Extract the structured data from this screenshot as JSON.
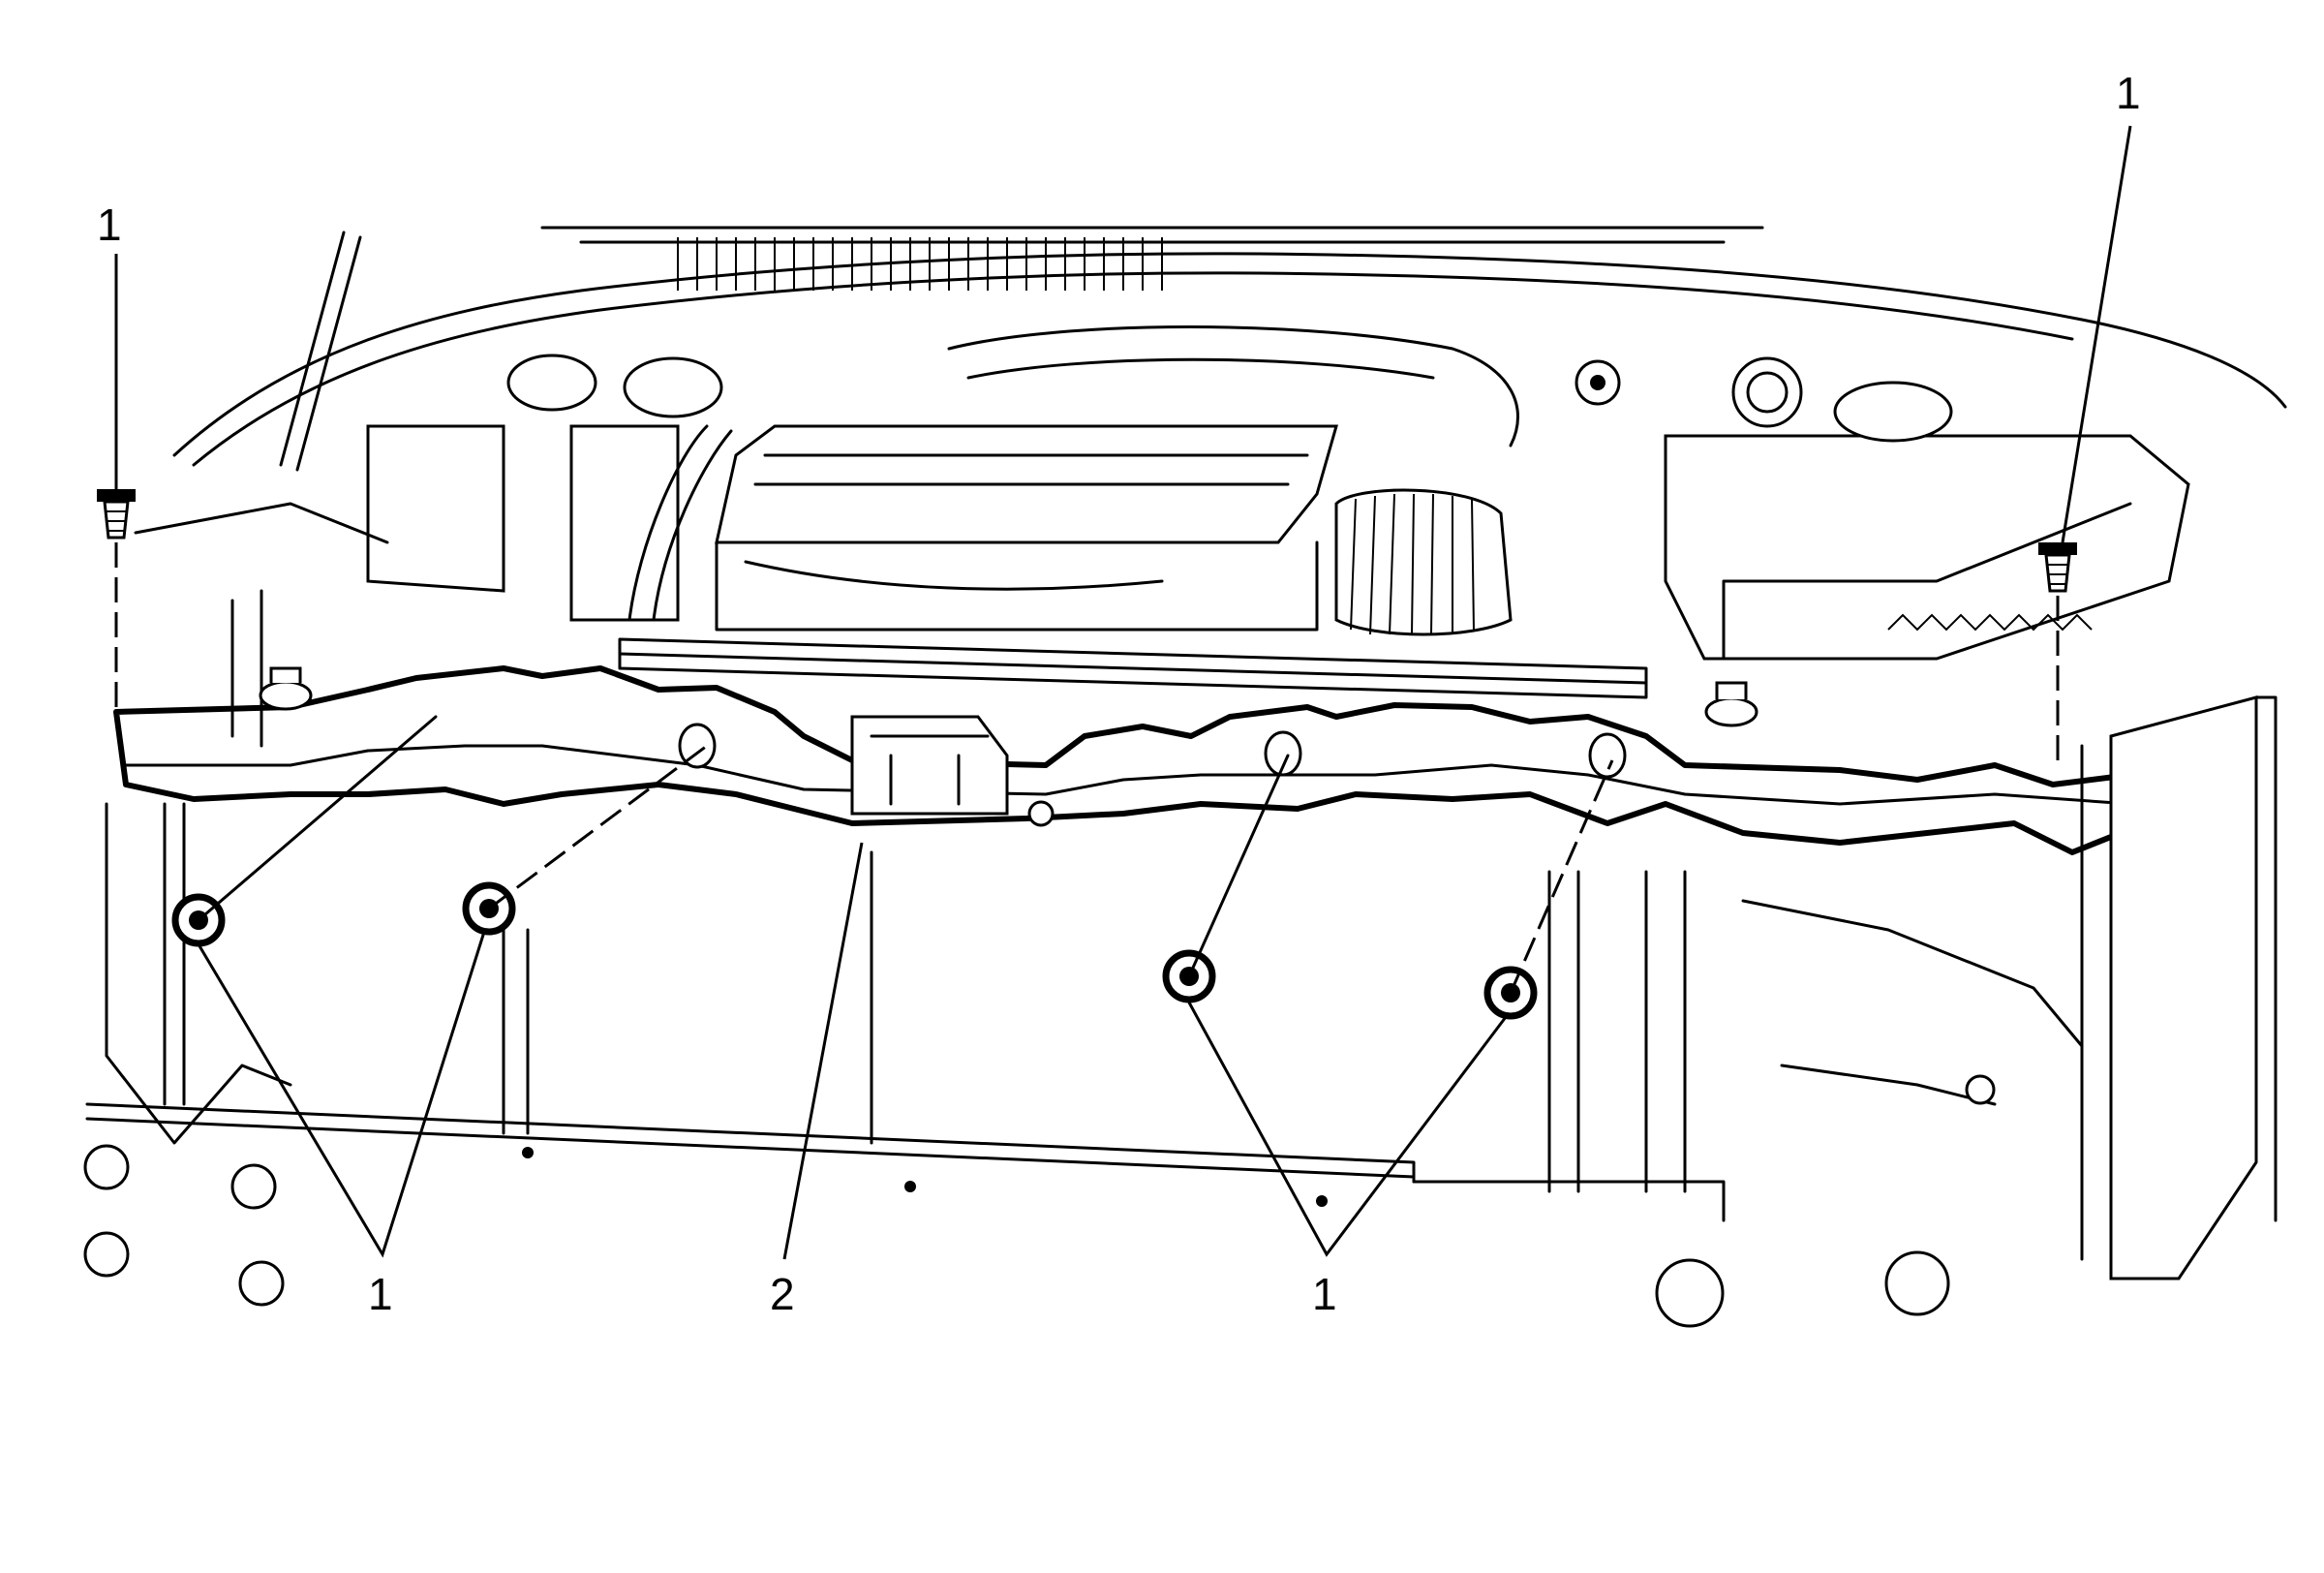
{
  "callouts": {
    "top_left": "1",
    "top_right": "1",
    "lower_left_pair": "1",
    "center": "2",
    "lower_right_pair": "1"
  },
  "colors": {
    "line": "#000000",
    "background": "#ffffff"
  }
}
